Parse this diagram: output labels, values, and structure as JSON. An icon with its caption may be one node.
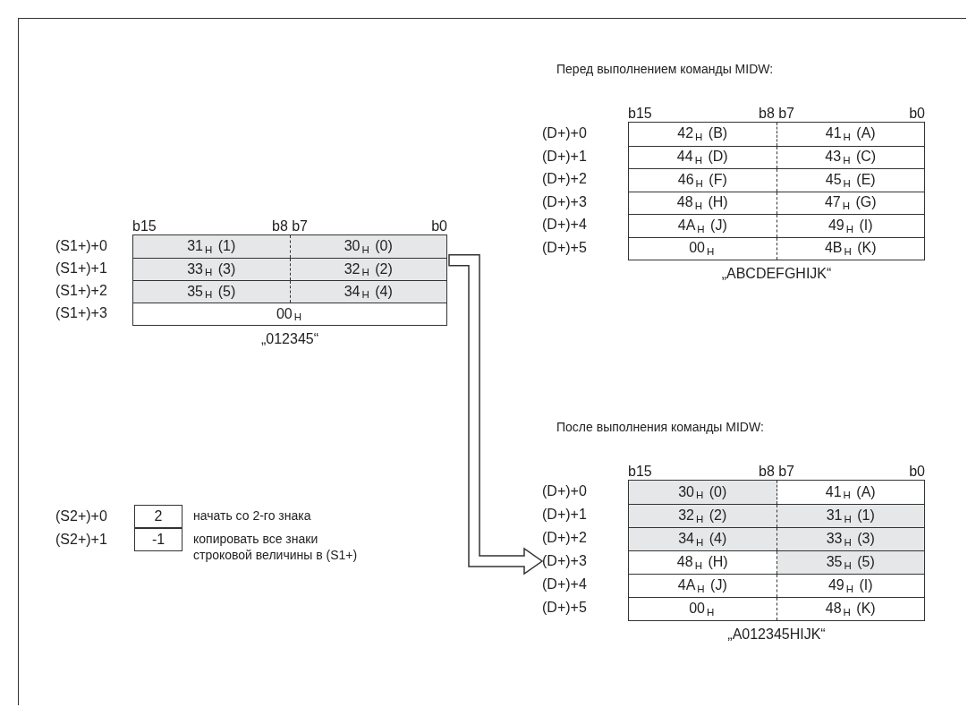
{
  "diagram": {
    "nodes": [
      {
        "text": [
          "42$_{H}$ (B)",
          "41$_{H}$ (A)",
          "44$_{H}$ (D)",
          "43$_{H}$ (C)",
          "46$_{H}$ (F)",
          "45$_{H}$ (E)",
          "48$_{H}$ (H)",
          "47$_{H}$ (G)",
          "4A$_{H}$ (J)",
          "49$_{H}$ (I)",
          "00$_{H}$",
          "4B$_{H}$ (K)"
        ],
        "beside": [
          "b15",
          "b8 b7",
          "b0",
          "(D+)+0",
          "(D+)+1",
          "(D+)+2",
          "(D+)+3",
          "(D+)+4",
          "(D+)+5",
          "„ABCDEFGHIJK“"
        ]
      },
      {
        "text": [
          "31$_{H}$ (1)",
          "30$_{H}$ (0)",
          "33$_{H}$ (3)",
          "32$_{H}$ (2)",
          "35$_{H}$ (5)",
          "34$_{H}$ (4)",
          "00$_{H}$"
        ],
        "beside": [
          "b15",
          "b8 b7",
          "b0",
          "(S1+)+0",
          "(S1+)+1",
          "(S1+)+2",
          "(S1+)+3",
          "„012345“"
        ]
      },
      {
        "text": [
          "2"
        ],
        "beside": [
          "(S2+)+0",
          "начать со 2-го знака"
        ]
      },
      {
        "text": [
          "-1"
        ],
        "beside": [
          "(S2+)+1",
          "копировать все знаки строковой величины в (S1+)"
        ]
      },
      {
        "text": [
          "30$_{H}$ (0)",
          "41$_{H}$ (A)",
          "32$_{H}$ (2)",
          "31$_{H}$ (1)",
          "34$_{H}$ (4)",
          "33$_{H}$ (3)",
          "48$_{H}$ (H)",
          "35$_{H}$ (5)",
          "4A$_{H}$ (J)",
          "49$_{H}$ (I)",
          "00$_{H}$",
          "48$_{H}$ (K)"
        ],
        "beside": [
          "b15",
          "b8 b7",
          "b0",
          "(D+)+0",
          "(D+)+1",
          "(D+)+2",
          "(D+)+3",
          "(D+)+4",
          "(D+)+5",
          "„A012345HIJK“"
        ]
      }
    ],
    "edges": [
      {
        "from": 1,
        "to": 4,
        "arrow": "to"
      }
    ],
    "labels": [
      "Перед выполнением команды MIDW:",
      "После выполнения команды MIDW:"
    ]
  }
}
